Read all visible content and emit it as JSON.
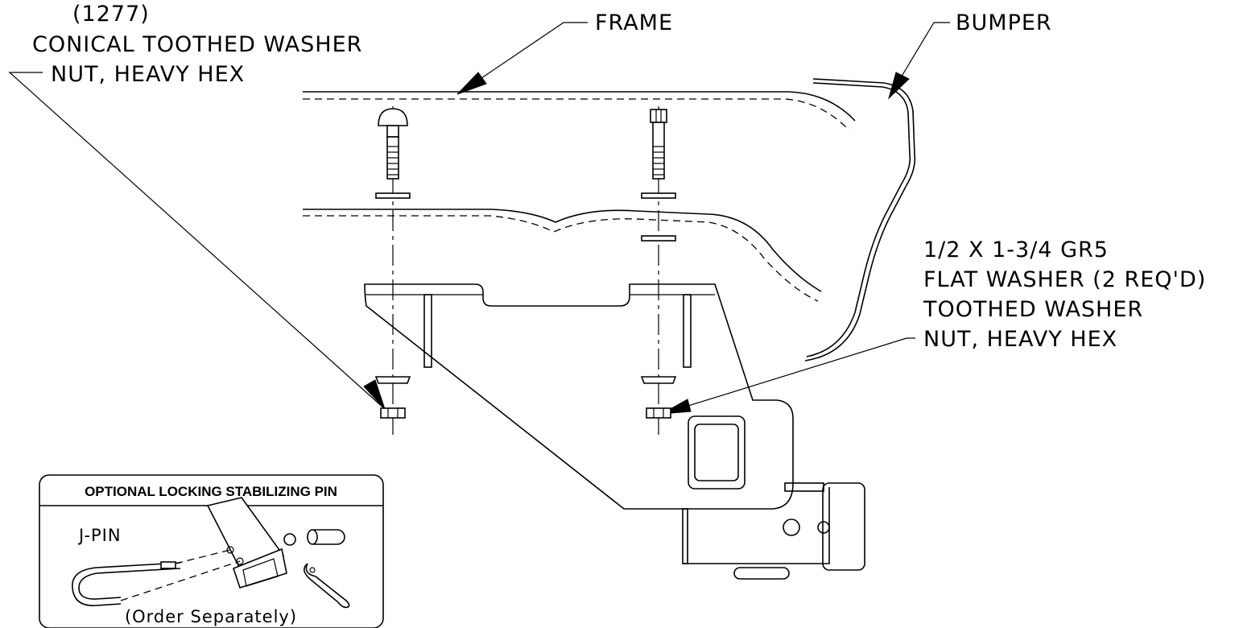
{
  "labels": {
    "part_number": "(1277)",
    "conical_washer": "CONICAL TOOTHED WASHER",
    "nut_left": "NUT, HEAVY HEX",
    "frame": "FRAME",
    "bumper": "BUMPER",
    "bolt_spec": "1/2 X 1-3/4 GR5",
    "flat_washer": "FLAT WASHER (2 REQ'D)",
    "toothed_washer": "TOOTHED WASHER",
    "nut_right": "NUT, HEAVY HEX"
  },
  "inset": {
    "title": "OPTIONAL LOCKING STABILIZING PIN",
    "jpin_label": "J-PIN",
    "footer": "(Order Separately)"
  }
}
